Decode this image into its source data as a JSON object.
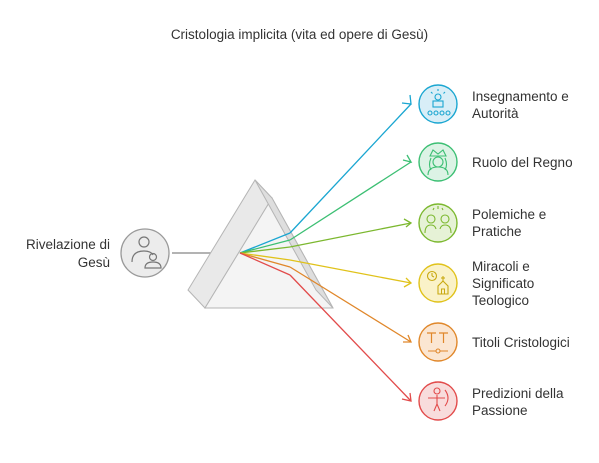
{
  "title": "Cristologia implicita (vita ed opere di Gesù)",
  "source": {
    "label_line1": "Rivelazione di",
    "label_line2": "Gesù",
    "icon": "person-with-child-icon"
  },
  "outputs": [
    {
      "line1": "Insegnamento e",
      "line2": "Autorità",
      "line3": "",
      "color": "#1aa6d1",
      "icon": "teacher-icon"
    },
    {
      "line1": "Ruolo del Regno",
      "line2": "",
      "line3": "",
      "color": "#3cbf73",
      "icon": "king-icon"
    },
    {
      "line1": "Polemiche e",
      "line2": "Pratiche",
      "line3": "",
      "color": "#7cb82f",
      "icon": "debate-icon"
    },
    {
      "line1": "Miracoli e",
      "line2": "Significato",
      "line3": "Teologico",
      "color": "#e0c21a",
      "icon": "church-icon"
    },
    {
      "line1": "Titoli Cristologici",
      "line2": "",
      "line3": "",
      "color": "#e0872a",
      "icon": "typography-icon"
    },
    {
      "line1": "Predizioni della",
      "line2": "Passione",
      "line3": "",
      "color": "#e24b4b",
      "icon": "archer-icon"
    }
  ]
}
